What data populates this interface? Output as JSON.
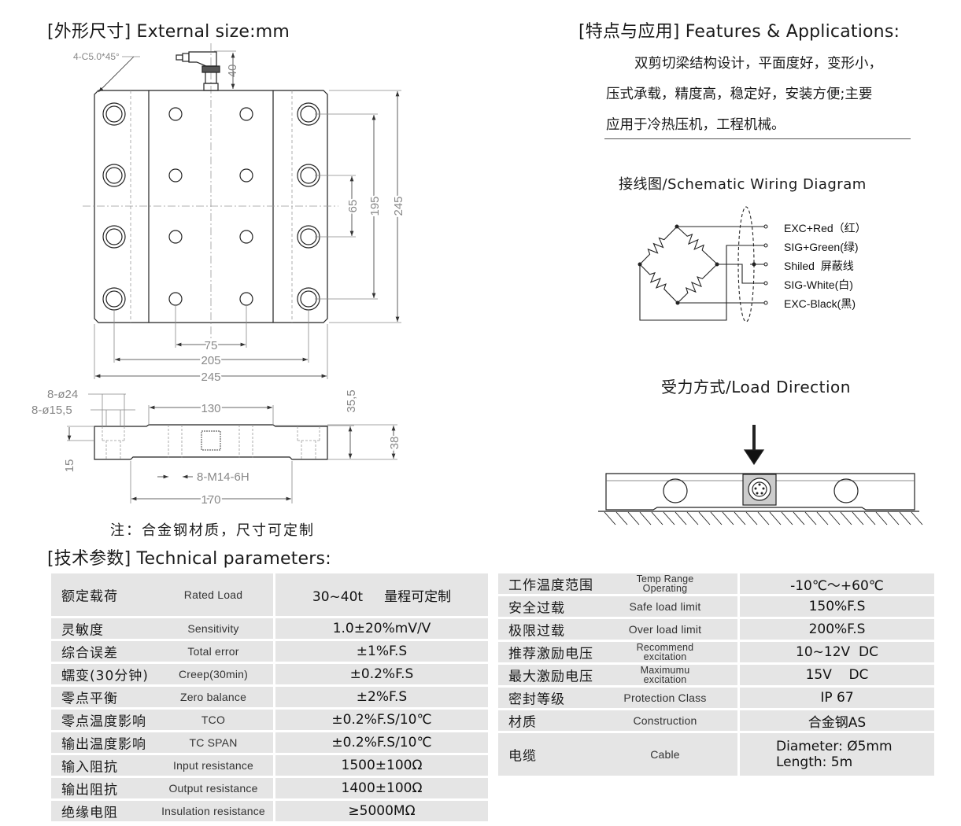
{
  "external_size": {
    "title": "[外形尺寸] External size",
    "unit": ":mm",
    "chamfer_label": "4-C5.0*45°",
    "dims_top": {
      "d40": "40",
      "d65": "65",
      "d195": "195",
      "d245v": "245",
      "d75": "75",
      "d205": "205",
      "d245h": "245"
    },
    "dims_side": {
      "hole24": "8-ø24",
      "hole15": "8-ø15,5",
      "d130": "130",
      "d35": "35,5",
      "d38": "38",
      "d15": "15",
      "thread": "8-M14-6H",
      "d170": "170"
    },
    "note": "注：合金钢材质，尺寸可定制"
  },
  "features": {
    "title": "[特点与应用] Features & Applications",
    "colon": ":",
    "lines": [
      "双剪切梁结构设计，平面度好，变形小，",
      "压式承载，精度高，稳定好，安装方便;主要",
      "应用于冷热压机，工程机械。"
    ]
  },
  "wiring": {
    "title": "接线图/Schematic Wiring Diagram",
    "wires": [
      "EXC+Red（红）",
      "SIG+Green(绿)",
      "Shiled  屏蔽线",
      "SIG-White(白)",
      "EXC-Black(黑)"
    ]
  },
  "load_direction": {
    "title": "受力方式/Load Direction"
  },
  "tech": {
    "title": "[技术参数] Technical parameters",
    "colon": ":",
    "left": [
      {
        "cn": "额定载荷",
        "en": "Rated Load",
        "value": "30~40t     量程可定制"
      },
      {
        "cn": "灵敏度",
        "en": "Sensitivity",
        "value": "1.0±20%mV/V"
      },
      {
        "cn": "综合误差",
        "en": "Total error",
        "value": "±1%F.S"
      },
      {
        "cn": "蠕变(30分钟)",
        "en": "Creep(30min)",
        "value": "±0.2%F.S"
      },
      {
        "cn": "零点平衡",
        "en": "Zero balance",
        "value": "±2%F.S"
      },
      {
        "cn": "零点温度影响",
        "en": "TCO",
        "value": "±0.2%F.S/10℃"
      },
      {
        "cn": "输出温度影响",
        "en": "TC SPAN",
        "value": "±0.2%F.S/10℃"
      },
      {
        "cn": "输入阻抗",
        "en": "Input resistance",
        "value": "1500±100Ω"
      },
      {
        "cn": "输出阻抗",
        "en": "Output resistance",
        "value": "1400±100Ω"
      },
      {
        "cn": "绝缘电阻",
        "en": "Insulation resistance",
        "value": "≥5000MΩ"
      }
    ],
    "right": [
      {
        "cn": "工作温度范围",
        "en1": "Temp Range",
        "en2": "Operating",
        "value": "-10℃～+60℃"
      },
      {
        "cn": "安全过载",
        "en": "Safe load limit",
        "value": "150%F.S"
      },
      {
        "cn": "极限过载",
        "en": "Over load limit",
        "value": "200%F.S"
      },
      {
        "cn": "推荐激励电压",
        "en1": "Recommend",
        "en2": "excitation",
        "value": "10~12V  DC"
      },
      {
        "cn": "最大激励电压",
        "en1": "Maximumu",
        "en2": "excitation",
        "value": "15V    DC"
      },
      {
        "cn": "密封等级",
        "en": "Protection Class",
        "value": "IP 67"
      },
      {
        "cn": "材质",
        "en": "Construction",
        "value": "合金钢AS"
      },
      {
        "cn": "电缆",
        "en": "Cable",
        "value1": "Diameter: Ø5mm",
        "value2": "Length: 5m"
      }
    ]
  }
}
